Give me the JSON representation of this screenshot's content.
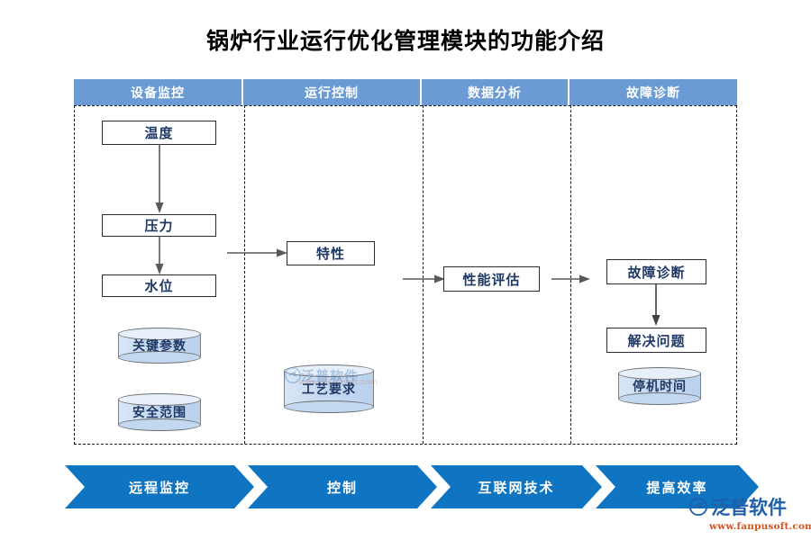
{
  "page": {
    "title": "锅炉行业运行优化管理模块的功能介绍",
    "background_color": "#ffffff"
  },
  "colors": {
    "header_blue": "#6a9bd5",
    "chevron_blue": "#0f74c1",
    "box_text_navy": "#1f3864",
    "cylinder_fill": "#c5d9f1",
    "cylinder_border": "#7f7f7f",
    "box_border": "#2b2b2b",
    "lane_border": "#111111",
    "logo_blue": "#1f5fa8",
    "logo_orange": "#d4541f"
  },
  "swimlanes": {
    "headers": [
      {
        "label": "设备监控",
        "name": "lane-header-equipment-monitoring"
      },
      {
        "label": "运行控制",
        "name": "lane-header-operation-control"
      },
      {
        "label": "数据分析",
        "name": "lane-header-data-analysis"
      },
      {
        "label": "故障诊断",
        "name": "lane-header-fault-diagnosis"
      }
    ]
  },
  "nodes": {
    "temperature": "温度",
    "pressure": "压力",
    "water_level": "水位",
    "key_parameters": "关键参数",
    "safety_range": "安全范围",
    "characteristics": "特性",
    "process_requirements": "工艺要求",
    "performance_evaluation": "性能评估",
    "fault_diagnosis": "故障诊断",
    "solve_problem": "解决问题",
    "downtime": "停机时间"
  },
  "chevron_banner": {
    "items": [
      {
        "label": "远程监控",
        "name": "chevron-remote-monitoring"
      },
      {
        "label": "控制",
        "name": "chevron-control"
      },
      {
        "label": "互联网技术",
        "name": "chevron-internet-technology"
      },
      {
        "label": "提高效率",
        "name": "chevron-improve-efficiency"
      }
    ]
  },
  "watermark": {
    "brand": "泛普软件",
    "url": "www.fanpusoft.com"
  }
}
